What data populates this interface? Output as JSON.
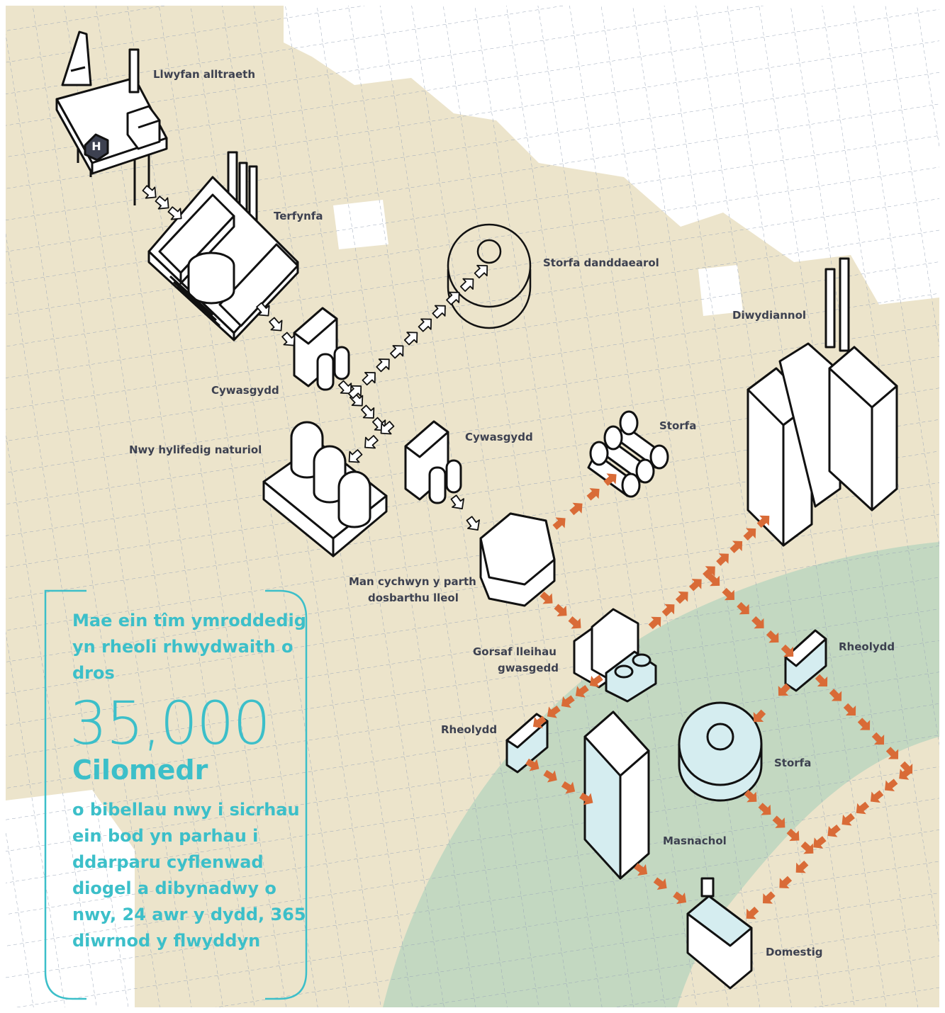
{
  "labels": {
    "offshore": "Llwyfan alltraeth",
    "terminal": "Terfynfa",
    "underground": "Storfa danddaearol",
    "compressor_1": "Cywasgydd",
    "compressor_2": "Cywasgydd",
    "lng": "Nwy hylifedig naturiol",
    "storage_small": "Storfa",
    "industrial": "Diwydiannol",
    "ldz_line1": "Man cychwyn y parth",
    "ldz_line2": "dosbarthu lleol",
    "prs_line1": "Gorsaf lleihau",
    "prs_line2": "gwasgedd",
    "governor_right": "Rheolydd",
    "governor_left": "Rheolydd",
    "storage_tank": "Storfa",
    "commercial": "Masnachol",
    "domestic": "Domestig",
    "helipad": "H"
  },
  "info": {
    "intro": "Mae ein tîm ymroddedig yn rheoli rhwydwaith o dros",
    "number": "35,000",
    "unit": "Cilomedr",
    "outro": "o bibellau nwy i sicrhau ein bod yn parhau i ddarparu cyflenwad diogel a dibynadwy o nwy, 24 awr y dydd, 365 diwrnod y flwyddyn"
  },
  "colors": {
    "land": "#ece4cb",
    "green_zone": "#c3d8c1",
    "grid": "#9aa6b8",
    "arrow_orange": "#d96b37",
    "teal": "#3cbfc9",
    "building_blue": "#d5edf0",
    "outline": "#111111"
  }
}
